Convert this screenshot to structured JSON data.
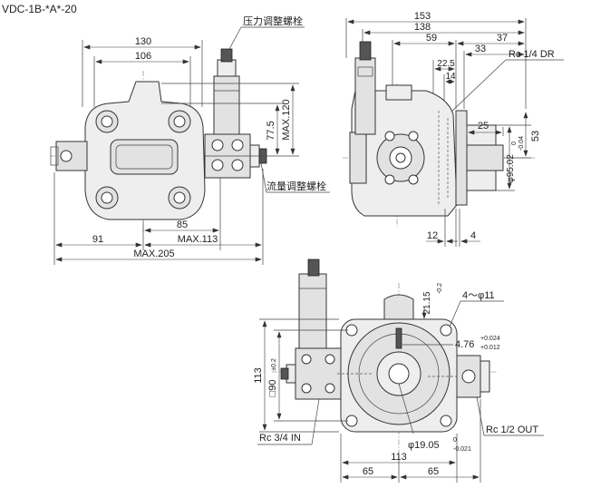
{
  "title": "VDC-1B-*A*-20",
  "callouts": {
    "pressure_screw": "压力调整螺栓",
    "flow_screw": "流量调整螺栓",
    "drain_port": "Rc  1/4 DR",
    "inlet_port": "Rc 3/4 IN",
    "outlet_port": "Rc  1/2 OUT",
    "mount_holes": "4～φ11"
  },
  "front_view": {
    "d130": "130",
    "d106": "106",
    "d120": "MAX.120",
    "d77_5": "77.5",
    "d85": "85",
    "d91": "91",
    "d113": "MAX.113",
    "d205": "MAX.205"
  },
  "side_view": {
    "d153": "153",
    "d138": "138",
    "d59": "59",
    "d37": "37",
    "d33": "33",
    "d22_5": "22.5",
    "d14": "14",
    "d25": "25",
    "d53": "53",
    "shaft_dia": "φ95.02",
    "shaft_tol_upper": "0",
    "shaft_tol_lower": "-0.04",
    "d12": "12",
    "d4": "4"
  },
  "bottom_view": {
    "d21_15": "21.15",
    "d21_15_tol": "-0.2",
    "d4_76": "4.76",
    "d4_76_tol_upper": "+0.024",
    "d4_76_tol_lower": "+0.012",
    "d113_v": "113",
    "d90": "□90",
    "d90_tol": "±0.2",
    "shaft_dia": "φ19.05",
    "shaft_tol_upper": "0",
    "shaft_tol_lower": "-0.021",
    "d113_h": "113",
    "d65_left": "65",
    "d65_right": "65"
  }
}
